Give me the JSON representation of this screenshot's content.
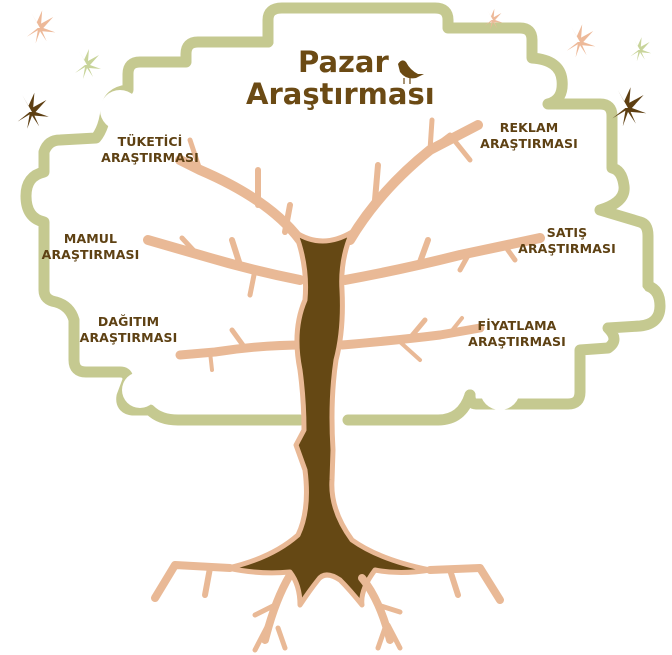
{
  "title": {
    "line1": "Pazar",
    "line2": "Araştırması"
  },
  "branches": {
    "left": [
      {
        "line1": "TÜKETİCİ",
        "line2": "ARAŞTIRMASI"
      },
      {
        "line1": "MAMUL",
        "line2": "ARAŞTIRMASI"
      },
      {
        "line1": "DAĞITIM",
        "line2": "ARAŞTIRMASI"
      }
    ],
    "right": [
      {
        "line1": "REKLAM",
        "line2": "ARAŞTIRMASI"
      },
      {
        "line1": "SATIŞ",
        "line2": "ARAŞTIRMASI"
      },
      {
        "line1": "FİYATLAMA",
        "line2": "ARAŞTIRMASI"
      }
    ]
  },
  "colors": {
    "cloud_outline": "#c5c990",
    "trunk": "#654814",
    "branch": "#e9b996",
    "text": "#5e4113",
    "butterfly_peach": "#edb999",
    "butterfly_green": "#c8d49a",
    "butterfly_brown": "#5e3f12"
  },
  "decorations": {
    "icons": [
      "bird-icon",
      "butterfly-icon"
    ]
  }
}
